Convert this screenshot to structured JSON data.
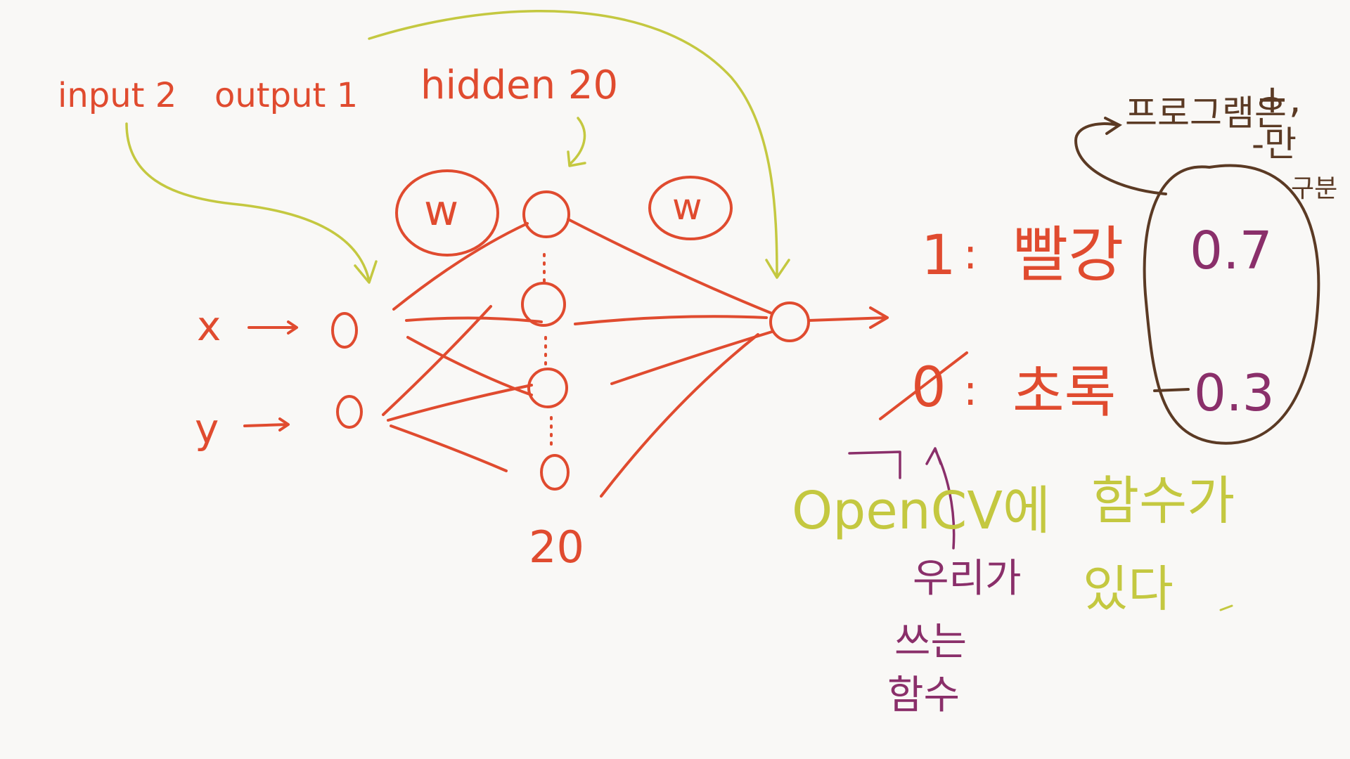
{
  "colors": {
    "red": "#e04b2f",
    "yellow": "#c4c840",
    "purple": "#8a2f6a",
    "brown": "#5b3a24",
    "background": "#f9f8f6"
  },
  "labels": {
    "input": "input 2",
    "output": "output 1",
    "hidden": "hidden 20",
    "x_input": "x",
    "y_input": "y",
    "hidden_count": "20",
    "weight_left": "w",
    "weight_right": "w"
  },
  "classes": {
    "class_one": "1",
    "class_one_color": "빨강",
    "class_zero": "0",
    "class_zero_color": "초록"
  },
  "probabilities": {
    "top": "0.7",
    "bottom": "0.3",
    "note_line1": "프로그램은",
    "note_line2": "+,",
    "note_line3": "-만",
    "note_line4": "구분"
  },
  "notes": {
    "opencv_line1": "OpenCV에",
    "opencv_line2": "함수가",
    "opencv_line3": "있다",
    "used_line1": "우리가",
    "used_line2": "쓰는",
    "used_line3": "함수"
  }
}
